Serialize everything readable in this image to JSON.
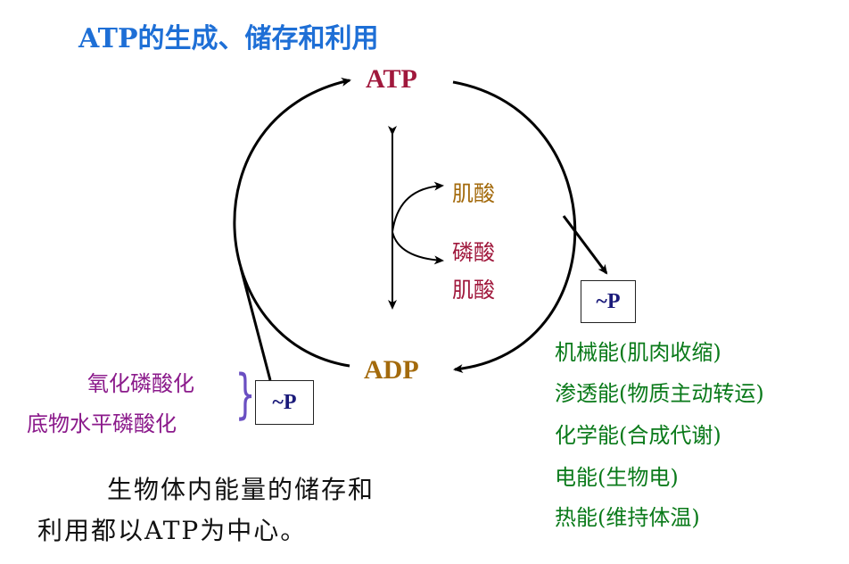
{
  "title": "ATP的生成、储存和利用",
  "cycle": {
    "atp": "ATP",
    "adp": "ADP"
  },
  "center": {
    "creatine": "肌酸",
    "phosphocreatine_1": "磷酸",
    "phosphocreatine_2": "肌酸"
  },
  "phosphate": {
    "right": "~P",
    "left": "~P"
  },
  "left_labels": {
    "oxidative": "氧化磷酸化",
    "substrate": "底物水平磷酸化"
  },
  "energy_uses": [
    "机械能(肌肉收缩)",
    "渗透能(物质主动转运)",
    "化学能(合成代谢)",
    "电能(生物电)",
    "热能(维持体温)"
  ],
  "summary": {
    "line1": "生物体内能量的储存和",
    "line2": "利用都以ATP为中心。"
  },
  "colors": {
    "title": "#1e6fd6",
    "atp": "#a0183c",
    "adp": "#a36a0c",
    "energy": "#0a7a1a",
    "left_labels": "#8b1a8b",
    "p_text": "#1a1a7a"
  }
}
